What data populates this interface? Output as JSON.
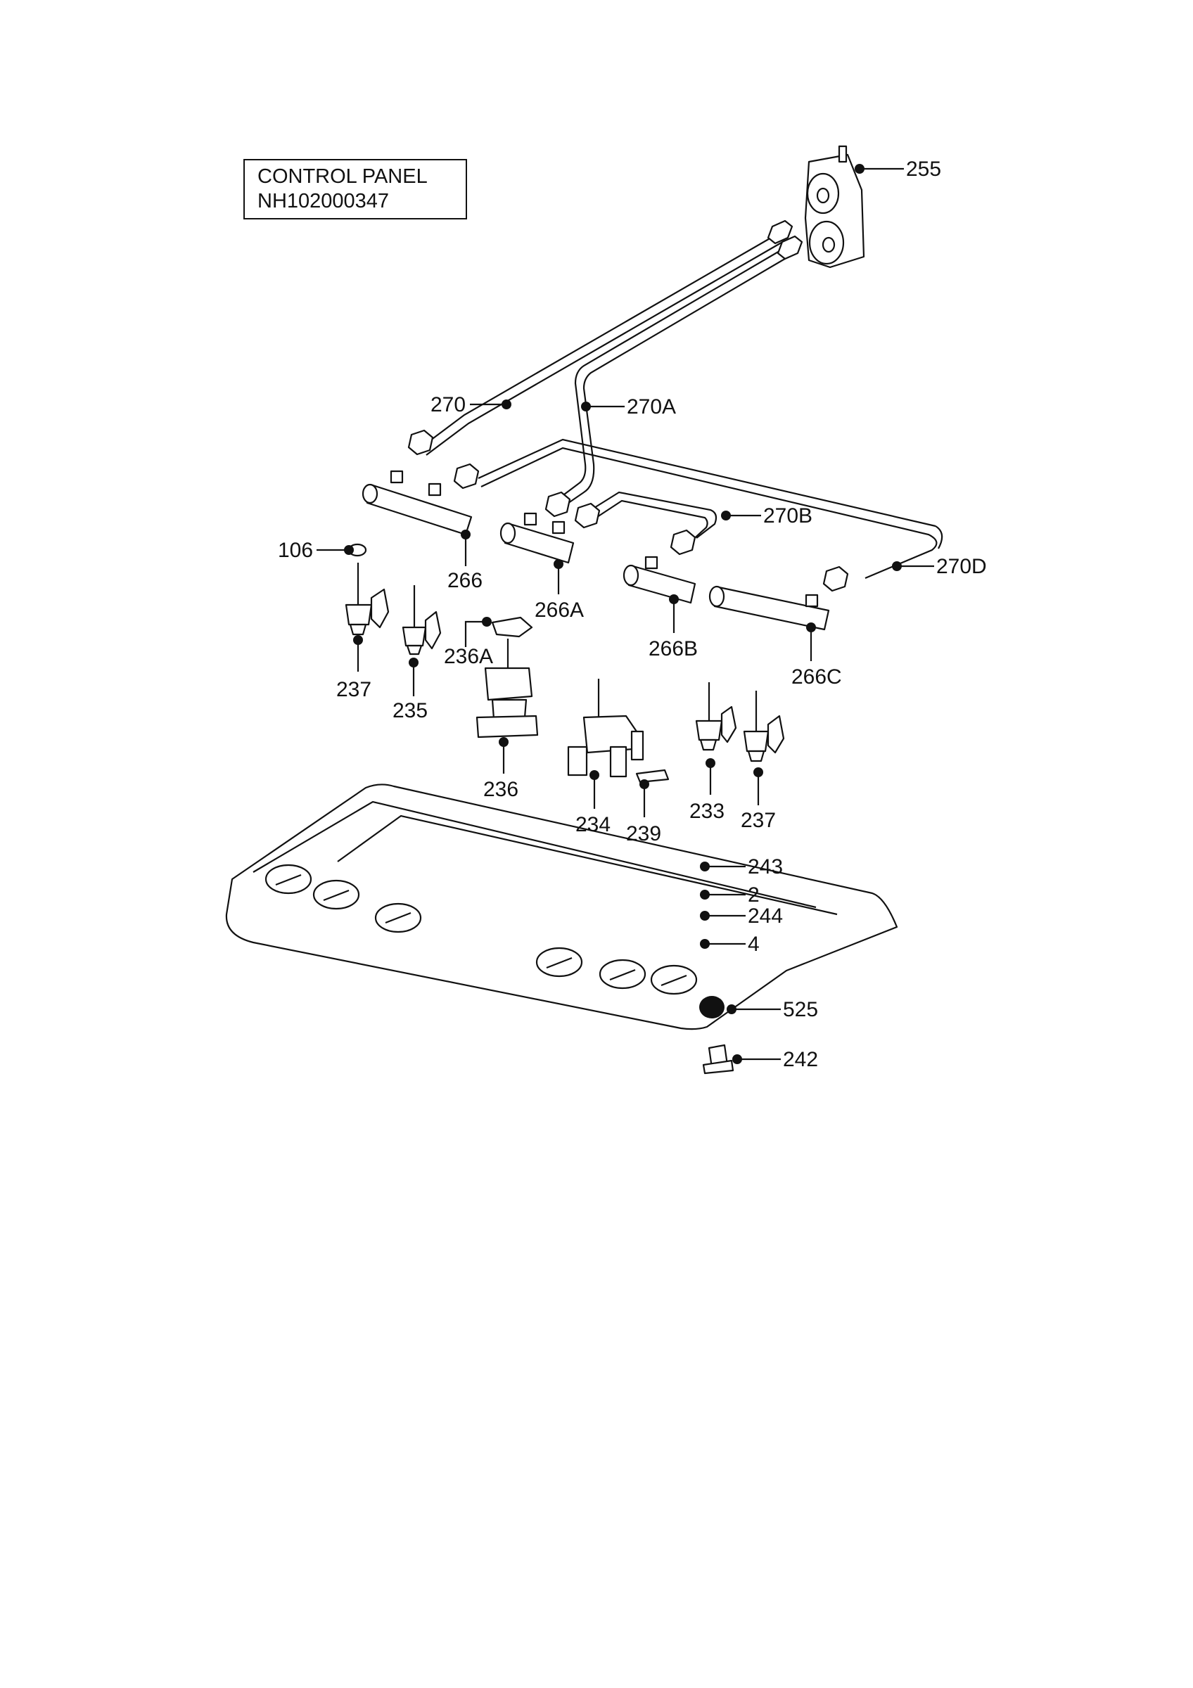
{
  "title": {
    "line1": "CONTROL PANEL",
    "line2": "NH102000347"
  },
  "callouts": [
    {
      "id": "c255",
      "text": "255"
    },
    {
      "id": "c270",
      "text": "270"
    },
    {
      "id": "c270A",
      "text": "270A"
    },
    {
      "id": "c270B",
      "text": "270B"
    },
    {
      "id": "c270D",
      "text": "270D"
    },
    {
      "id": "c106",
      "text": "106"
    },
    {
      "id": "c266",
      "text": "266"
    },
    {
      "id": "c266A",
      "text": "266A"
    },
    {
      "id": "c266B",
      "text": "266B"
    },
    {
      "id": "c266C",
      "text": "266C"
    },
    {
      "id": "c236A",
      "text": "236A"
    },
    {
      "id": "c237a",
      "text": "237"
    },
    {
      "id": "c235",
      "text": "235"
    },
    {
      "id": "c236",
      "text": "236"
    },
    {
      "id": "c234",
      "text": "234"
    },
    {
      "id": "c239",
      "text": "239"
    },
    {
      "id": "c233",
      "text": "233"
    },
    {
      "id": "c237b",
      "text": "237"
    },
    {
      "id": "c243",
      "text": "243"
    },
    {
      "id": "c2",
      "text": "2"
    },
    {
      "id": "c244",
      "text": "244"
    },
    {
      "id": "c4",
      "text": "4"
    },
    {
      "id": "c525",
      "text": "525"
    },
    {
      "id": "c242",
      "text": "242"
    }
  ]
}
